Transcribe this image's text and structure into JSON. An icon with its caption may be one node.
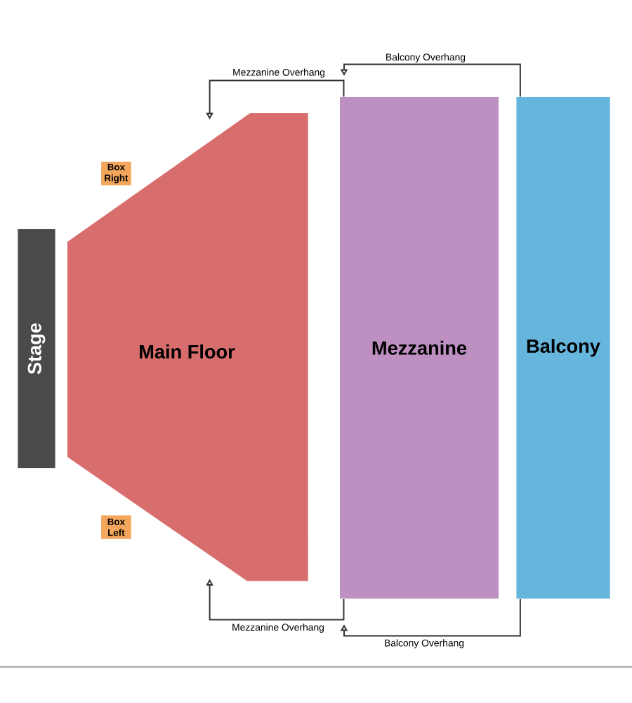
{
  "diagram": {
    "nodes": [
      {
        "text": [
          "Stage"
        ]
      },
      {
        "text": [
          "Main Floor"
        ]
      },
      {
        "text": [
          "Mezzanine"
        ]
      },
      {
        "text": [
          "Balcony"
        ]
      },
      {
        "text": [
          "Box Right"
        ]
      },
      {
        "text": [
          "Box Left"
        ]
      }
    ],
    "edges": [
      {
        "from": 2,
        "to": null,
        "arrow": "to",
        "label": "Mezzanine Overhang"
      },
      {
        "from": 3,
        "to": null,
        "arrow": "to",
        "label": "Balcony Overhang"
      },
      {
        "from": 2,
        "to": null,
        "arrow": "to",
        "label": "Mezzanine Overhang"
      },
      {
        "from": 3,
        "to": null,
        "arrow": "to",
        "label": "Balcony Overhang"
      }
    ]
  }
}
